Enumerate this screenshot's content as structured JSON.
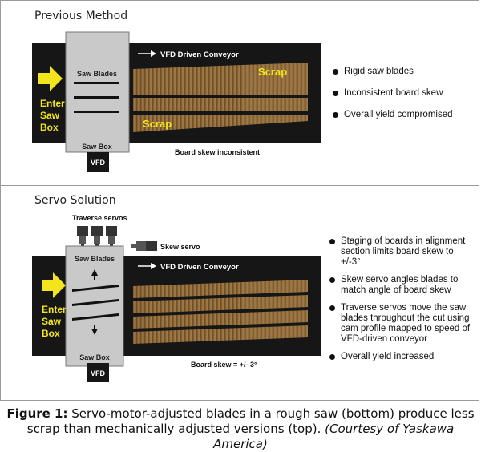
{
  "top": {
    "title": "Previous Method",
    "enter_label": [
      "Enter",
      "Saw",
      "Box"
    ],
    "saw_blades": "Saw Blades",
    "saw_box": "Saw Box",
    "vfd": "VFD",
    "conveyor": "VFD Driven Conveyor",
    "scrap": "Scrap",
    "skew_note": "Board skew inconsistent",
    "bullets": [
      "Rigid saw blades",
      "Inconsistent board skew",
      "Overall yield compromised"
    ]
  },
  "bottom": {
    "title": "Servo Solution",
    "traverse_servos": "Traverse servos",
    "skew_servo": "Skew servo",
    "enter_label": [
      "Enter",
      "Saw",
      "Box"
    ],
    "saw_blades": "Saw Blades",
    "saw_box": "Saw Box",
    "vfd": "VFD",
    "conveyor": "VFD Driven Conveyor",
    "skew_note": "Board skew = +/- 3°",
    "bullets": [
      "Staging of boards in alignment section limits board skew to +/-3°",
      "Skew servo angles blades to match angle of board skew",
      "Traverse servos move the saw blades throughout the cut using cam profile mapped to speed of VFD-driven conveyor",
      "Overall yield increased"
    ]
  },
  "caption": {
    "lead": "Figure 1:",
    "body": " Servo-motor-adjusted blades in a rough saw (bottom) produce less scrap than mechanically adjusted versions (top). ",
    "credit": "(Courtesy of Yaskawa America)"
  },
  "colors": {
    "dark": "#161616",
    "saw_box": "#c9c9c9",
    "enter_yellow": "#f2e41d",
    "scrap_yellow": "#f2e41d",
    "wood": "#8f6a3a"
  }
}
